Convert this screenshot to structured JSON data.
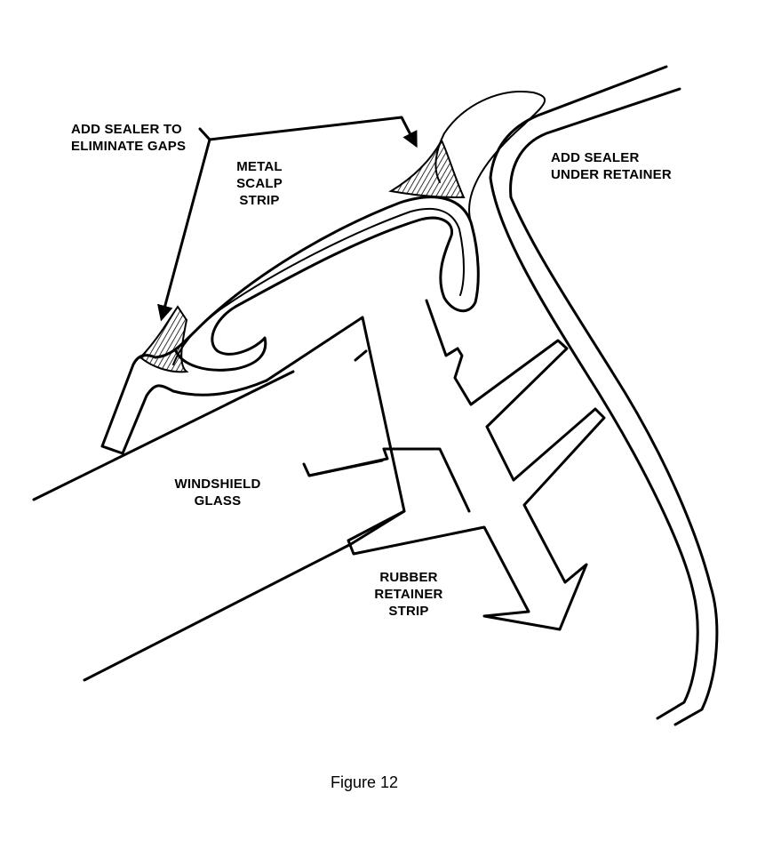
{
  "labels": {
    "sealer_gaps_line1": "ADD SEALER TO",
    "sealer_gaps_line2": "ELIMINATE GAPS",
    "scalp_line1": "METAL",
    "scalp_line2": "SCALP",
    "scalp_line3": "STRIP",
    "sealer_retainer_line1": "ADD SEALER",
    "sealer_retainer_line2": "UNDER RETAINER",
    "glass_line1": "WINDSHIELD",
    "glass_line2": "GLASS",
    "rubber_line1": "RUBBER",
    "rubber_line2": "RETAINER",
    "rubber_line3": "STRIP"
  },
  "caption": "Figure 12"
}
